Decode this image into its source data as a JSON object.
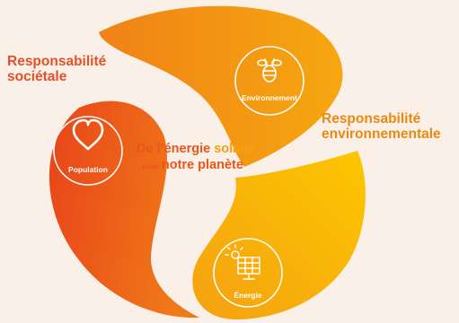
{
  "left_label": [
    "Responsabilité",
    "sociétale"
  ],
  "right_label": [
    "Responsabilité",
    "environnementale"
  ],
  "center": {
    "line1_a": "De l’énergie",
    "line1_b": "solaire",
    "line2_small": "pour",
    "line2_main": "notre planète"
  },
  "nodes": {
    "population": "Population",
    "environnement": "Environnement",
    "energie": "Énergie"
  },
  "icons": {
    "population": "heart-icon",
    "environnement": "bee-icon",
    "energie": "solar-panel-icon"
  },
  "colors": {
    "background": "#fbf0e8",
    "red_orange": "#e8461a",
    "orange": "#f08a14",
    "yellow": "#fcc200",
    "text_left": "#e4512a",
    "text_right": "#e88a14"
  }
}
